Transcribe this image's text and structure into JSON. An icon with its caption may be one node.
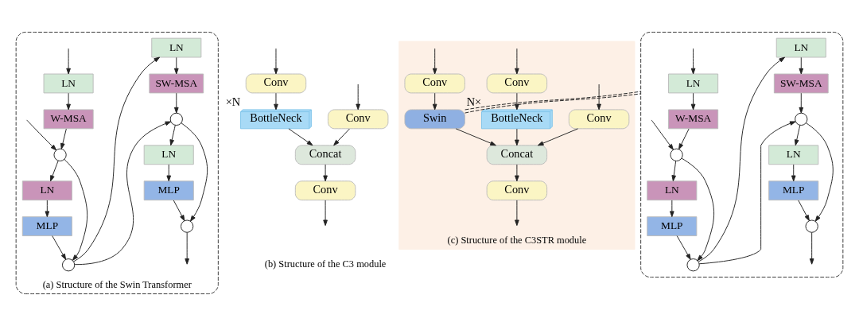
{
  "diagram": {
    "nodes": [
      {
        "text": [
          "(a) Structure of the Swin Transformer"
        ]
      },
      {
        "text": [
          "LN"
        ],
        "in": 0
      },
      {
        "text": [
          "W-MSA"
        ],
        "in": 0
      },
      {
        "text": [],
        "shape": "circle",
        "in": 0
      },
      {
        "text": [
          "LN"
        ],
        "in": 0
      },
      {
        "text": [
          "MLP"
        ],
        "in": 0
      },
      {
        "text": [],
        "shape": "circle",
        "in": 0
      },
      {
        "text": [
          "LN"
        ],
        "in": 0
      },
      {
        "text": [
          "SW-MSA"
        ],
        "in": 0
      },
      {
        "text": [],
        "shape": "circle",
        "in": 0
      },
      {
        "text": [
          "LN"
        ],
        "in": 0
      },
      {
        "text": [
          "MLP"
        ],
        "in": 0
      },
      {
        "text": [],
        "shape": "circle",
        "in": 0
      },
      {
        "text": [
          "Conv"
        ]
      },
      {
        "text": [
          "Conv"
        ]
      },
      {
        "text": [
          "BottleNeck"
        ],
        "beside": [
          "×N"
        ]
      },
      {
        "text": [
          "Concat"
        ]
      },
      {
        "text": [
          "Conv"
        ]
      },
      {
        "text": [
          "(c) Structure of the C3STR module"
        ]
      },
      {
        "text": [
          "Conv"
        ],
        "in": 18
      },
      {
        "text": [
          "Conv"
        ],
        "in": 18
      },
      {
        "text": [
          "Conv"
        ],
        "in": 18
      },
      {
        "text": [
          "BottleNeck"
        ],
        "beside": [
          "N×"
        ],
        "in": 18
      },
      {
        "text": [
          "Swin"
        ],
        "in": 18
      },
      {
        "text": [
          "Concat"
        ],
        "in": 18
      },
      {
        "text": [
          "Conv"
        ],
        "in": 18
      },
      {
        "text": [],
        "shape": "box"
      },
      {
        "text": [
          "LN"
        ],
        "in": 26
      },
      {
        "text": [
          "W-MSA"
        ],
        "in": 26
      },
      {
        "text": [],
        "shape": "circle",
        "in": 26
      },
      {
        "text": [
          "LN"
        ],
        "in": 26
      },
      {
        "text": [
          "MLP"
        ],
        "in": 26
      },
      {
        "text": [],
        "shape": "circle",
        "in": 26
      },
      {
        "text": [
          "LN"
        ],
        "in": 26
      },
      {
        "text": [
          "SW-MSA"
        ],
        "in": 26
      },
      {
        "text": [],
        "shape": "circle",
        "in": 26
      },
      {
        "text": [
          "LN"
        ],
        "in": 26
      },
      {
        "text": [
          "MLP"
        ],
        "in": 26
      },
      {
        "text": [],
        "shape": "circle",
        "in": 26
      }
    ],
    "edges": [
      {
        "from": null,
        "to": 1,
        "arrow": "to"
      },
      {
        "from": null,
        "to": 3,
        "arrow": "to"
      },
      {
        "from": 1,
        "to": 2,
        "arrow": "to"
      },
      {
        "from": 2,
        "to": 3,
        "arrow": "to"
      },
      {
        "from": 3,
        "to": 4,
        "arrow": "to"
      },
      {
        "from": 3,
        "to": 6,
        "arrow": "to"
      },
      {
        "from": 4,
        "to": 5,
        "arrow": "to"
      },
      {
        "from": 5,
        "to": 6,
        "arrow": "to"
      },
      {
        "from": 6,
        "to": 7,
        "arrow": "to"
      },
      {
        "from": 6,
        "to": 9,
        "arrow": "to"
      },
      {
        "from": 7,
        "to": 8,
        "arrow": "to"
      },
      {
        "from": 8,
        "to": 9,
        "arrow": "to"
      },
      {
        "from": 9,
        "to": 10,
        "arrow": "to"
      },
      {
        "from": 9,
        "to": 12,
        "arrow": "to"
      },
      {
        "from": 10,
        "to": 11,
        "arrow": "to"
      },
      {
        "from": 11,
        "to": 12,
        "arrow": "to"
      },
      {
        "from": 12,
        "to": null,
        "arrow": "to"
      },
      {
        "from": null,
        "to": 13,
        "arrow": "to"
      },
      {
        "from": null,
        "to": 14,
        "arrow": "to"
      },
      {
        "from": 14,
        "to": 15,
        "arrow": "to"
      },
      {
        "from": 13,
        "to": 16,
        "arrow": "to"
      },
      {
        "from": 15,
        "to": 16,
        "arrow": "to"
      },
      {
        "from": 16,
        "to": 17,
        "arrow": "to"
      },
      {
        "from": 17,
        "to": null,
        "arrow": "to"
      },
      {
        "from": null,
        "to": 19,
        "arrow": "to"
      },
      {
        "from": null,
        "to": 20,
        "arrow": "to"
      },
      {
        "from": null,
        "to": 21,
        "arrow": "to"
      },
      {
        "from": 20,
        "to": 22,
        "arrow": "to"
      },
      {
        "from": 21,
        "to": 23,
        "arrow": "to"
      },
      {
        "from": 19,
        "to": 24,
        "arrow": "to"
      },
      {
        "from": 22,
        "to": 24,
        "arrow": "to"
      },
      {
        "from": 23,
        "to": 24,
        "arrow": "to"
      },
      {
        "from": 24,
        "to": 25,
        "arrow": "to"
      },
      {
        "from": 25,
        "to": null,
        "arrow": "to"
      },
      {
        "from": 23,
        "to": 26,
        "arrow": "none",
        "style": "dashed"
      },
      {
        "from": 23,
        "to": 26,
        "arrow": "none",
        "style": "dashed"
      },
      {
        "from": null,
        "to": 27,
        "arrow": "to"
      },
      {
        "from": null,
        "to": 29,
        "arrow": "to"
      },
      {
        "from": 27,
        "to": 28,
        "arrow": "to"
      },
      {
        "from": 28,
        "to": 29,
        "arrow": "to"
      },
      {
        "from": 29,
        "to": 30,
        "arrow": "to"
      },
      {
        "from": 29,
        "to": 32,
        "arrow": "to"
      },
      {
        "from": 30,
        "to": 31,
        "arrow": "to"
      },
      {
        "from": 31,
        "to": 32,
        "arrow": "to"
      },
      {
        "from": 32,
        "to": 33,
        "arrow": "to"
      },
      {
        "from": 32,
        "to": 35,
        "arrow": "to"
      },
      {
        "from": 33,
        "to": 34,
        "arrow": "to"
      },
      {
        "from": 34,
        "to": 35,
        "arrow": "to"
      },
      {
        "from": 35,
        "to": 36,
        "arrow": "to"
      },
      {
        "from": 35,
        "to": 38,
        "arrow": "to"
      },
      {
        "from": 36,
        "to": 37,
        "arrow": "to"
      },
      {
        "from": 37,
        "to": 38,
        "arrow": "to"
      },
      {
        "from": 38,
        "to": null,
        "arrow": "to"
      }
    ],
    "labels": [
      "(b) Structure of the C3 module"
    ]
  }
}
